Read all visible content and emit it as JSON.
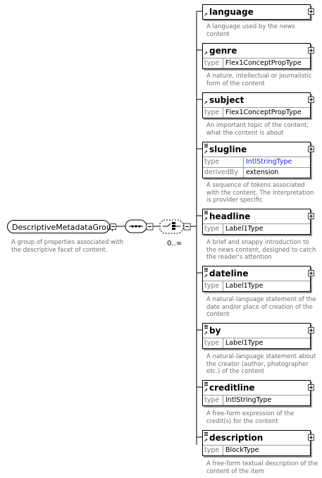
{
  "root": {
    "name": "DescriptiveMetadataGroup",
    "doc": [
      "A group of properties associated with",
      "the descriptive facet of content."
    ]
  },
  "choice": {
    "cardinality": "0..∞"
  },
  "elements": [
    {
      "name": "language",
      "rows": [],
      "doc": [
        "A language used by the news",
        "content"
      ]
    },
    {
      "name": "genre",
      "rows": [
        {
          "key": "type",
          "value": "Flex1ConceptPropType"
        }
      ],
      "doc": [
        "A nature, intellectual or journalistic",
        "form of the content"
      ]
    },
    {
      "name": "subject",
      "rows": [
        {
          "key": "type",
          "value": "Flex1ConceptPropType"
        }
      ],
      "doc": [
        "An important topic of the content;",
        "what the content is about"
      ]
    },
    {
      "name": "slugline",
      "rows": [
        {
          "key": "type",
          "value": "IntlStringType"
        },
        {
          "key": "derivedBy",
          "value": "extension"
        }
      ],
      "doc": [
        "A sequence of tokens associated",
        "with the content. The interpretation",
        "is provider specific"
      ]
    },
    {
      "name": "headline",
      "rows": [
        {
          "key": "type",
          "value": "Label1Type"
        }
      ],
      "doc": [
        "A brief and snappy introduction to",
        "the news content, designed to catch",
        "the reader's attention"
      ]
    },
    {
      "name": "dateline",
      "rows": [
        {
          "key": "type",
          "value": "Label1Type"
        }
      ],
      "doc": [
        "A natural-language statement of the",
        "date and/or place of creation of the",
        "content"
      ]
    },
    {
      "name": "by",
      "rows": [
        {
          "key": "type",
          "value": "Label1Type"
        }
      ],
      "doc": [
        "A natural-language statement about",
        "the creator (author, photographer",
        "etc.) of the content"
      ]
    },
    {
      "name": "creditline",
      "rows": [
        {
          "key": "type",
          "value": "IntlStringType"
        }
      ],
      "doc": [
        "A free-form expression of the",
        "credit(s) for the content"
      ]
    },
    {
      "name": "description",
      "rows": [
        {
          "key": "type",
          "value": "BlockType"
        }
      ],
      "doc": [
        "A free-form textual description of the",
        "content of the item"
      ]
    }
  ],
  "colors": {
    "border": "#000000",
    "doc_text": "#6e6e6e",
    "key_text": "#7a7a7a",
    "link_value": "#1d1de0",
    "shadow": "#9a9a9a"
  }
}
